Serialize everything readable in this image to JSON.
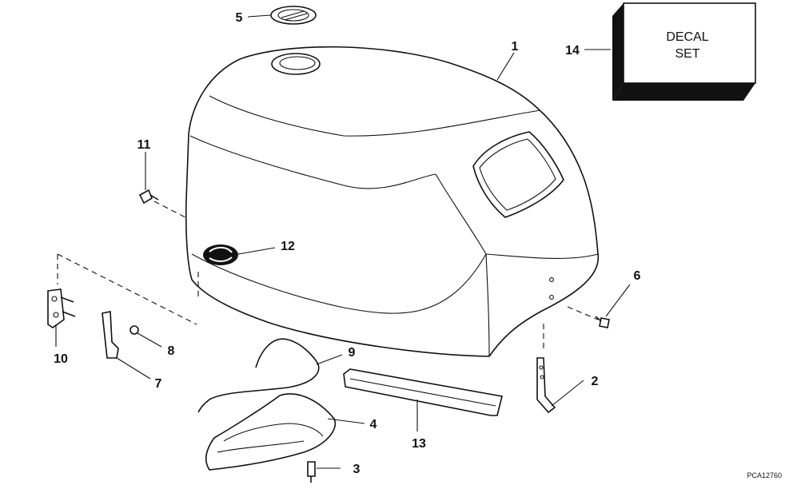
{
  "callouts": {
    "c1": "1",
    "c2": "2",
    "c3": "3",
    "c4": "4",
    "c5": "5",
    "c6": "6",
    "c7": "7",
    "c8": "8",
    "c9": "9",
    "c10": "10",
    "c11": "11",
    "c12": "12",
    "c13": "13",
    "c14": "14"
  },
  "decal_box": {
    "line1": "DECAL",
    "line2": "SET"
  },
  "figure_code": "PCA12760"
}
